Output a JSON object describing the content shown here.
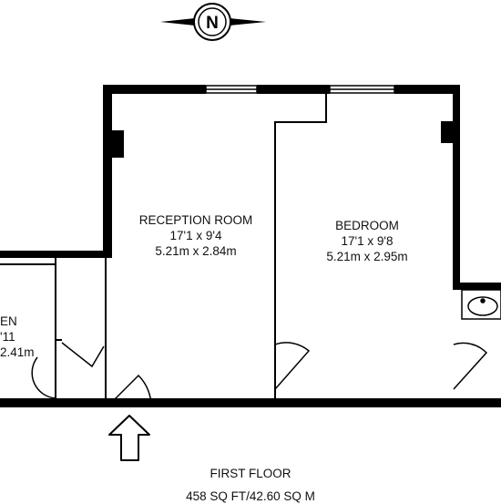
{
  "compass": {
    "letter": "N"
  },
  "rooms": [
    {
      "id": "reception",
      "name": "RECEPTION ROOM",
      "imperial": "17'1 x 9'4",
      "metric": "5.21m x 2.84m"
    },
    {
      "id": "bedroom",
      "name": "BEDROOM",
      "imperial": "17'1 x 9'8",
      "metric": "5.21m x 2.95m"
    },
    {
      "id": "kitchen",
      "name": "EN",
      "imperial": "'11",
      "metric": "2.41m"
    }
  ],
  "floor": {
    "name": "FIRST FLOOR",
    "area": "458 SQ FT/42.60 SQ M"
  },
  "colors": {
    "wall": "#000000",
    "background": "#ffffff",
    "line": "#000000"
  }
}
